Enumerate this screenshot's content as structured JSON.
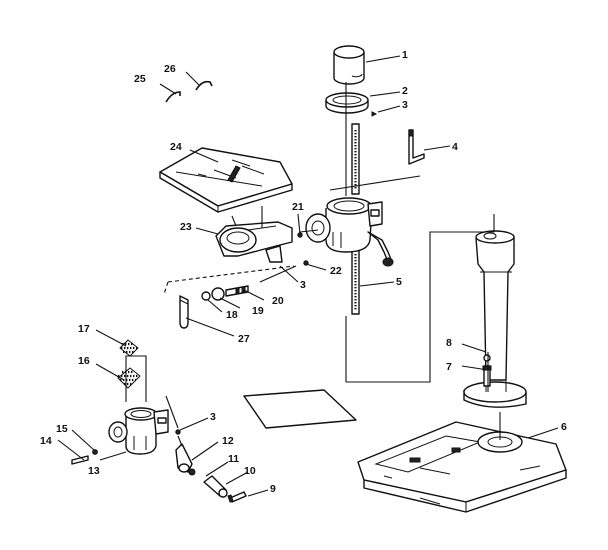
{
  "callouts": {
    "c1": "1",
    "c2": "2",
    "c3a": "3",
    "c3b": "3",
    "c3c": "3",
    "c4": "4",
    "c5": "5",
    "c6": "6",
    "c7": "7",
    "c8": "8",
    "c9": "9",
    "c10": "10",
    "c11": "11",
    "c12": "12",
    "c13": "13",
    "c14": "14",
    "c15": "15",
    "c16": "16",
    "c17": "17",
    "c18": "18",
    "c19": "19",
    "c20": "20",
    "c21": "21",
    "c22": "22",
    "c23": "23",
    "c24": "24",
    "c25": "25",
    "c26": "26",
    "c27": "27"
  }
}
